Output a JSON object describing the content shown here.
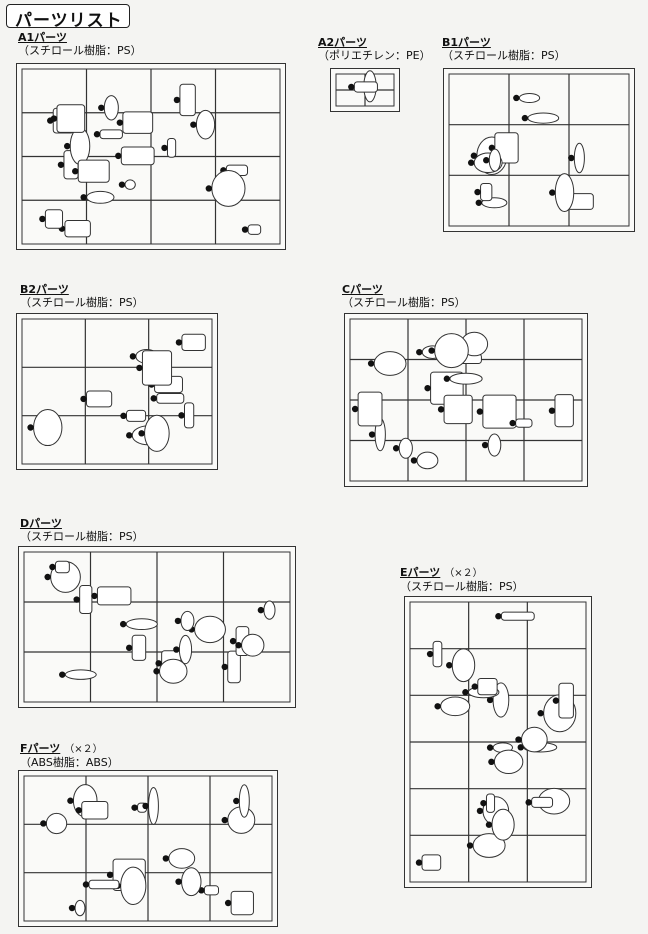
{
  "page_title": "パーツリスト",
  "sections": {
    "a1": {
      "name": "A1パーツ",
      "material": "（スチロール樹脂：PS）",
      "qty": ""
    },
    "a2": {
      "name": "A2パーツ",
      "material": "（ポリエチレン：PE）",
      "qty": ""
    },
    "b1": {
      "name": "B1パーツ",
      "material": "（スチロール樹脂：PS）",
      "qty": ""
    },
    "b2": {
      "name": "B2パーツ",
      "material": "（スチロール樹脂：PS）",
      "qty": ""
    },
    "c": {
      "name": "Cパーツ",
      "material": "（スチロール樹脂：PS）",
      "qty": ""
    },
    "d": {
      "name": "Dパーツ",
      "material": "（スチロール樹脂：PS）",
      "qty": ""
    },
    "e": {
      "name": "Eパーツ",
      "material": "（スチロール樹脂：PS）",
      "qty": "（×２）"
    },
    "f": {
      "name": "Fパーツ",
      "material": "（ABS樹脂：ABS）",
      "qty": "（×２）"
    }
  },
  "colors": {
    "line": "#333333",
    "paper": "#f4f4f2",
    "marker": "#111111"
  }
}
